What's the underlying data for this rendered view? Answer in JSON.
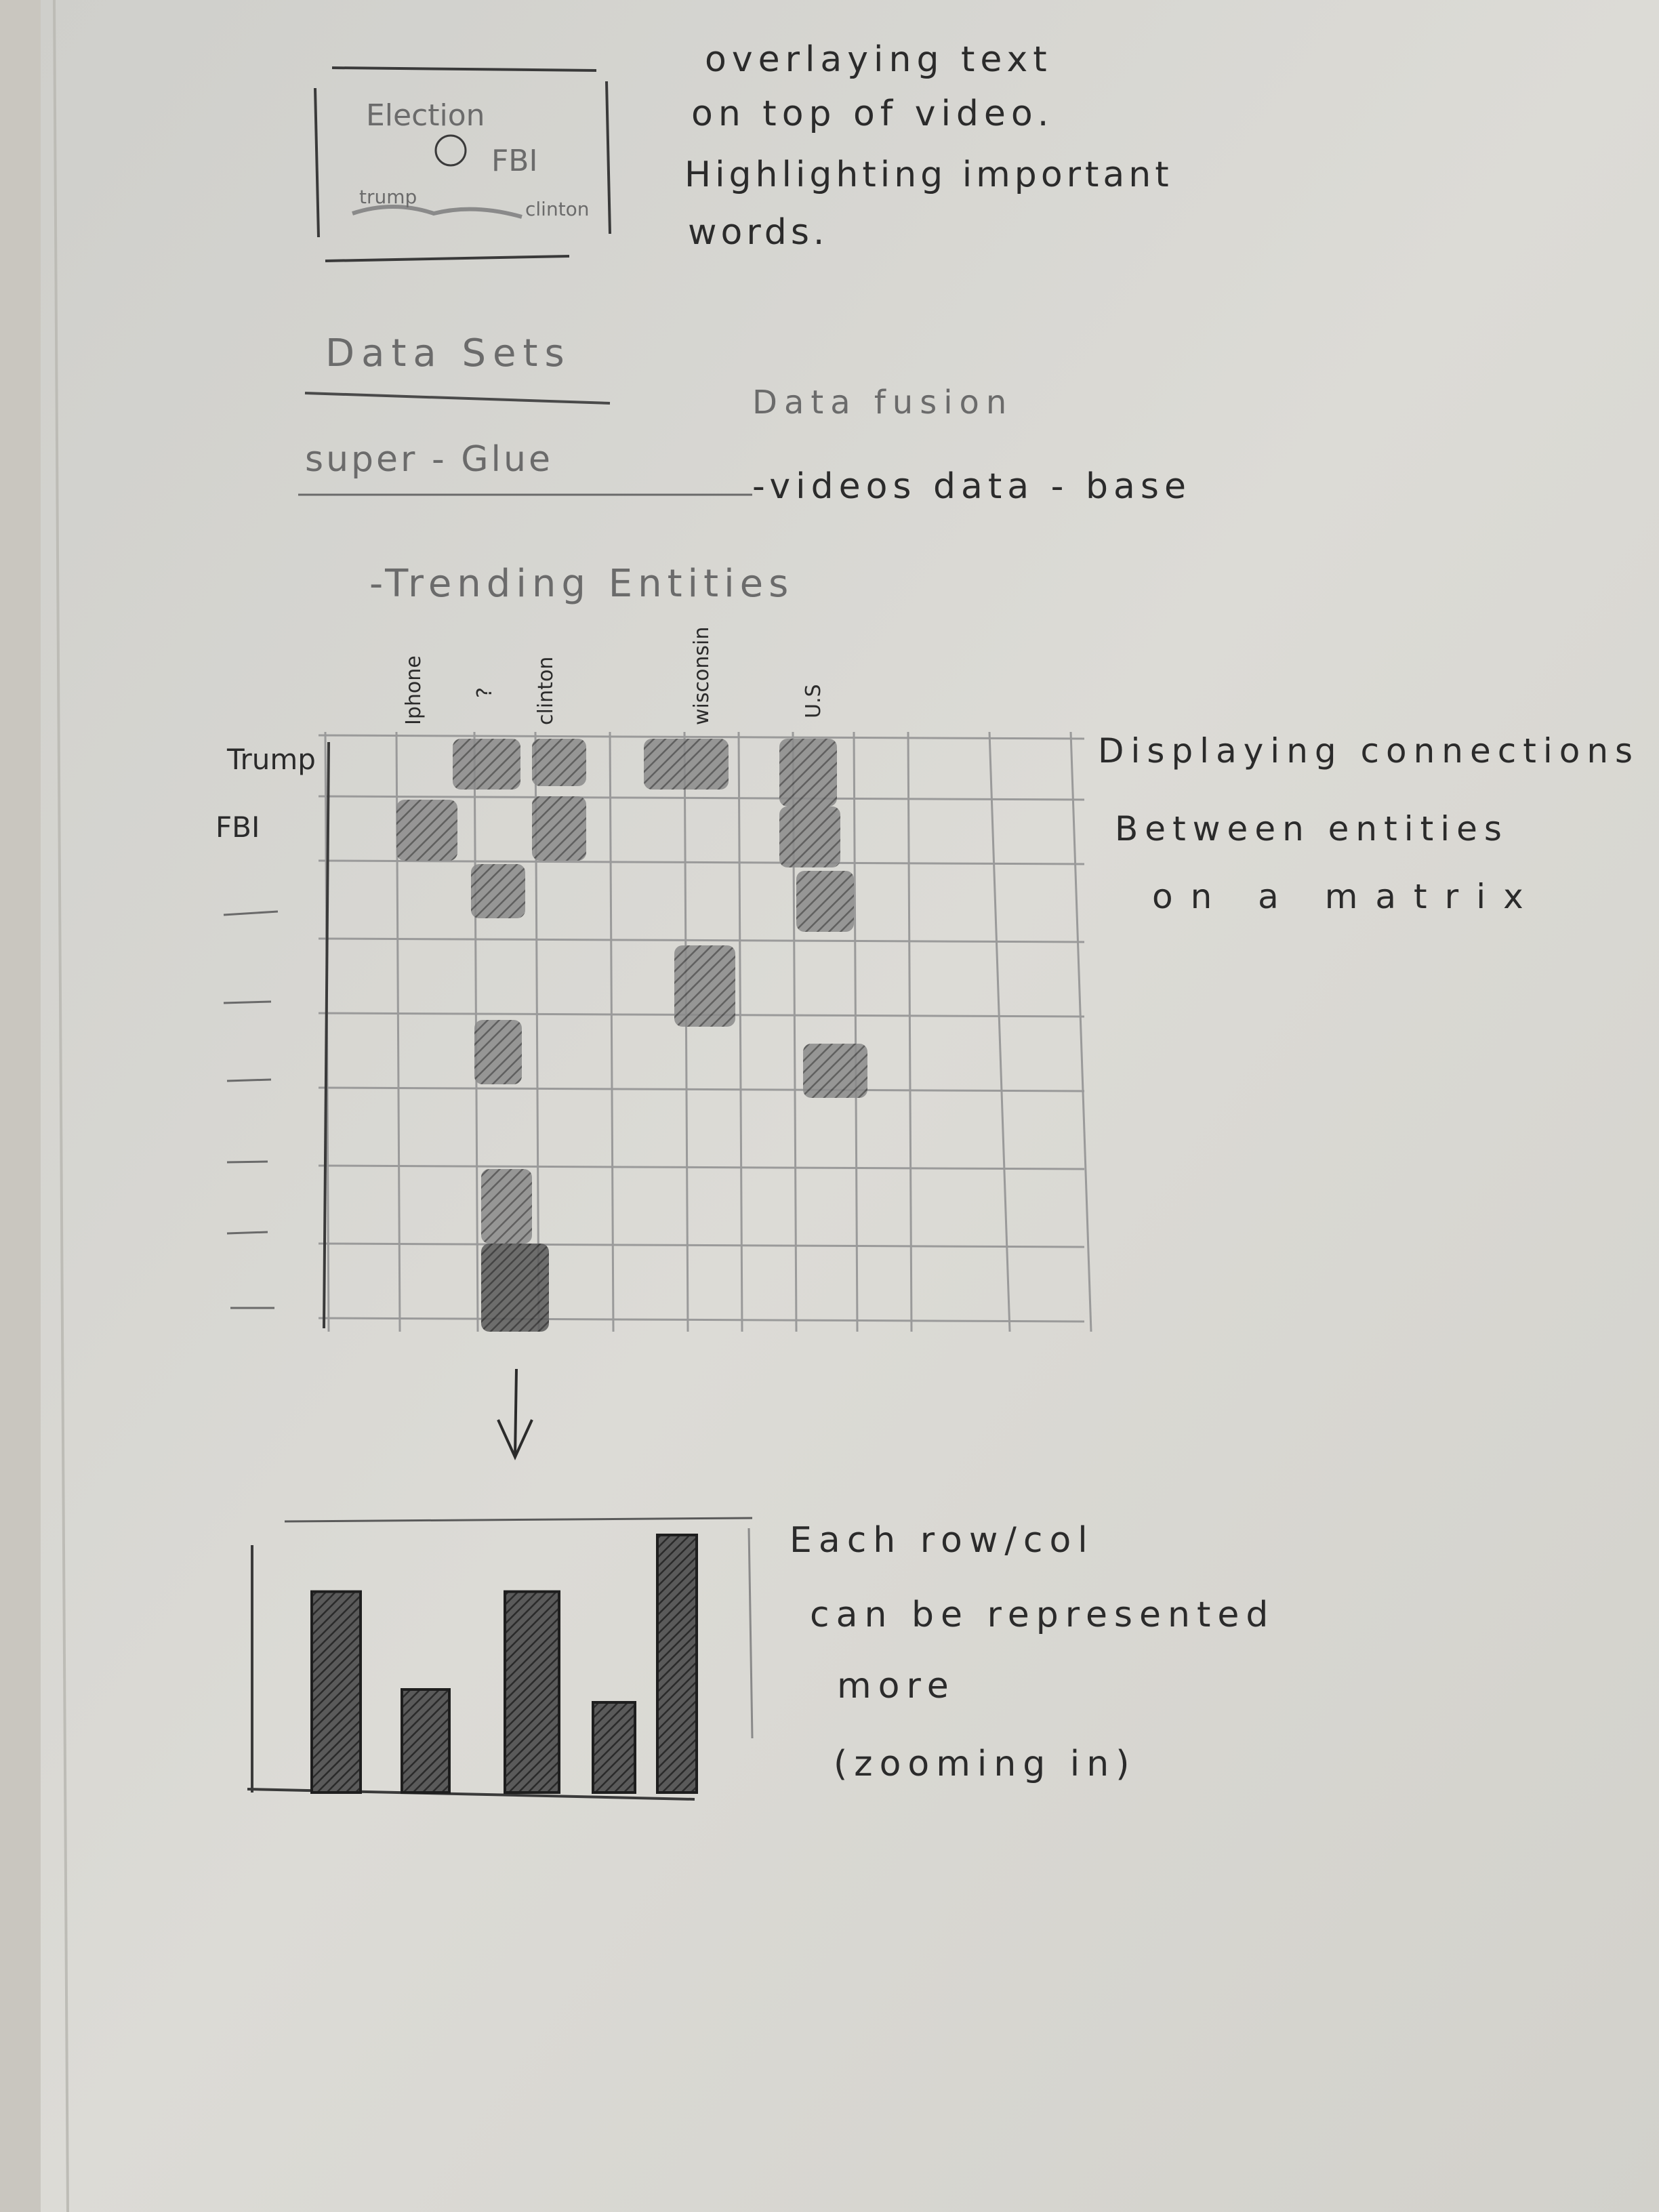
{
  "notebook": {
    "video_sketch": {
      "title": "Election",
      "center_label": "FBI",
      "left_label": "trump",
      "right_label": "clinton"
    },
    "overlay_note": [
      "overlaying text",
      "on top of video.",
      "Highlighting important",
      "words."
    ],
    "data_sets_heading": "Data Sets",
    "data_fusion": "Data fusion",
    "pipeline": {
      "left": "super - Glue",
      "right": "-videos data - base"
    },
    "trending_label": "-Trending Entities",
    "matrix": {
      "column_labels": [
        "Iphone",
        "?",
        "clinton",
        "wisconsin",
        "U.S"
      ],
      "row_labels": [
        "Trump",
        "FBI"
      ]
    },
    "matrix_note": [
      "Displaying connections",
      "Between entities",
      "on a matrix"
    ],
    "zoom_note": [
      "Each row/col",
      "can be represented",
      "more",
      "(zooming in)"
    ],
    "bar_sketch": {
      "values": [
        0.78,
        0.4,
        0.78,
        0.35,
        1.0
      ]
    },
    "colors": {
      "paper": "#d9d8d3",
      "pencil": "#2b2b2b",
      "shade": "#5a5a5a"
    }
  }
}
